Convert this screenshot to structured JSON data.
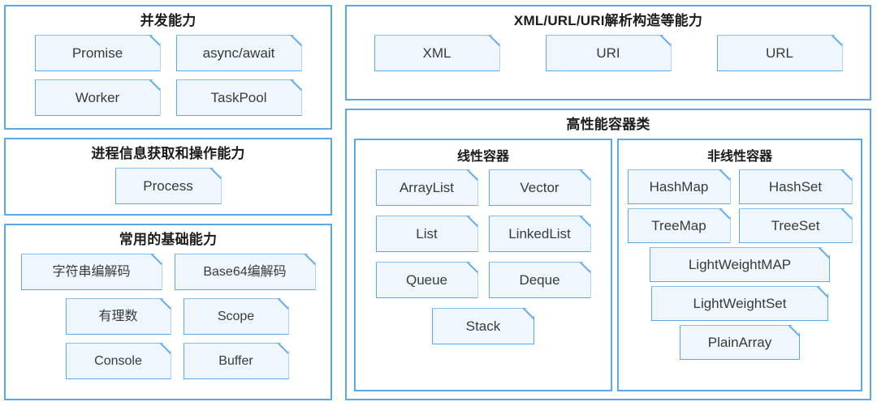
{
  "left_column": [
    {
      "id": "concurrency",
      "title": "并发能力",
      "rows": [
        [
          "Promise",
          "async/await"
        ],
        [
          "Worker",
          "TaskPool"
        ]
      ]
    },
    {
      "id": "process",
      "title": "进程信息获取和操作能力",
      "rows": [
        [
          "Process"
        ]
      ]
    },
    {
      "id": "basic",
      "title": "常用的基础能力",
      "rows": [
        [
          "字符串编解码",
          "Base64编解码"
        ],
        [
          "有理数",
          "Scope"
        ],
        [
          "Console",
          "Buffer"
        ]
      ]
    }
  ],
  "right_column": [
    {
      "id": "xml",
      "title": "XML/URL/URI解析构造等能力",
      "rows": [
        [
          "XML",
          "URI",
          "URL"
        ]
      ]
    },
    {
      "id": "containers",
      "title": "高性能容器类",
      "sub_panels": [
        {
          "id": "linear",
          "title": "线性容器",
          "rows": [
            [
              "ArrayList",
              "Vector"
            ],
            [
              "List",
              "LinkedList"
            ],
            [
              "Queue",
              "Deque"
            ],
            [
              "Stack"
            ]
          ]
        },
        {
          "id": "nonlinear",
          "title": "非线性容器",
          "rows": [
            [
              "HashMap",
              "HashSet"
            ],
            [
              "TreeMap",
              "TreeSet"
            ],
            [
              "LightWeightMAP"
            ],
            [
              "LightWeightSet"
            ],
            [
              "PlainArray"
            ]
          ]
        }
      ]
    }
  ],
  "colors": {
    "border": "#5ba9ec",
    "chip_fill": "#eff6fd",
    "chip_text": "#3a3a3a",
    "title_text": "#1c1c1c",
    "background": "#ffffff"
  }
}
